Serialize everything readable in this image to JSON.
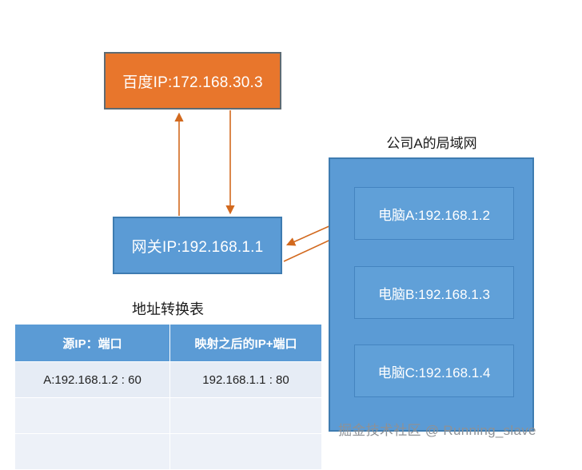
{
  "diagram": {
    "title": "NAT address translation diagram",
    "colors": {
      "orange": "#E8762C",
      "blue": "#5B9BD5",
      "arrow": "#D2691E",
      "border_gray": "#5E6B73",
      "table_row": "#E6ECF5"
    },
    "nodes": {
      "external_server": {
        "label": "百度IP:172.168.30.3"
      },
      "gateway": {
        "label": "网关IP:192.168.1.1"
      },
      "lan": {
        "label": "公司A的局域网",
        "computers": [
          {
            "label": "电脑A:192.168.1.2"
          },
          {
            "label": "电脑B:192.168.1.3"
          },
          {
            "label": "电脑C:192.168.1.4"
          }
        ]
      }
    },
    "arrows": [
      {
        "name": "gateway-to-server",
        "direction": "up"
      },
      {
        "name": "server-to-gateway",
        "direction": "down"
      },
      {
        "name": "gateway-to-pc-a",
        "direction": "up-right"
      },
      {
        "name": "pc-a-to-gateway",
        "direction": "down-left"
      }
    ]
  },
  "nat_table": {
    "title": "地址转换表",
    "columns": [
      "源IP：端口",
      "映射之后的IP+端口"
    ],
    "rows": [
      [
        "A:192.168.1.2 : 60",
        "192.168.1.1 : 80"
      ],
      [
        "",
        ""
      ],
      [
        "",
        ""
      ]
    ]
  },
  "watermark": {
    "text": "掘金技术社区 @ Running_slave"
  }
}
